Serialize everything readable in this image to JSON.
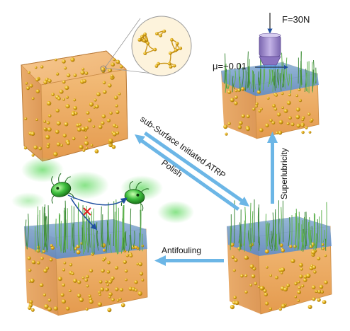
{
  "labels": {
    "force": "F=30N",
    "friction": "μ=~0.01",
    "atrp": "sub-Surface Initiated ATRP",
    "polish": "Polish",
    "superlubricity": "Superlubricity",
    "antifouling": "Antifouling"
  },
  "colors": {
    "gel_body": "#e8a65a",
    "gel_edge": "#c98a45",
    "particle": "#e0a818",
    "brush_layer": "#5f9fe0",
    "brush_green": "#3f8a3a",
    "arrow": "#6cb6e6",
    "bacteria": "#3fbf3f",
    "probe": "#9c86c8",
    "cross": "#e02020"
  },
  "icons": {
    "probe": "friction-probe-icon",
    "bacteria": "bacteria-icon",
    "block_mark": "cross-icon",
    "network": "polymer-network-icon"
  }
}
